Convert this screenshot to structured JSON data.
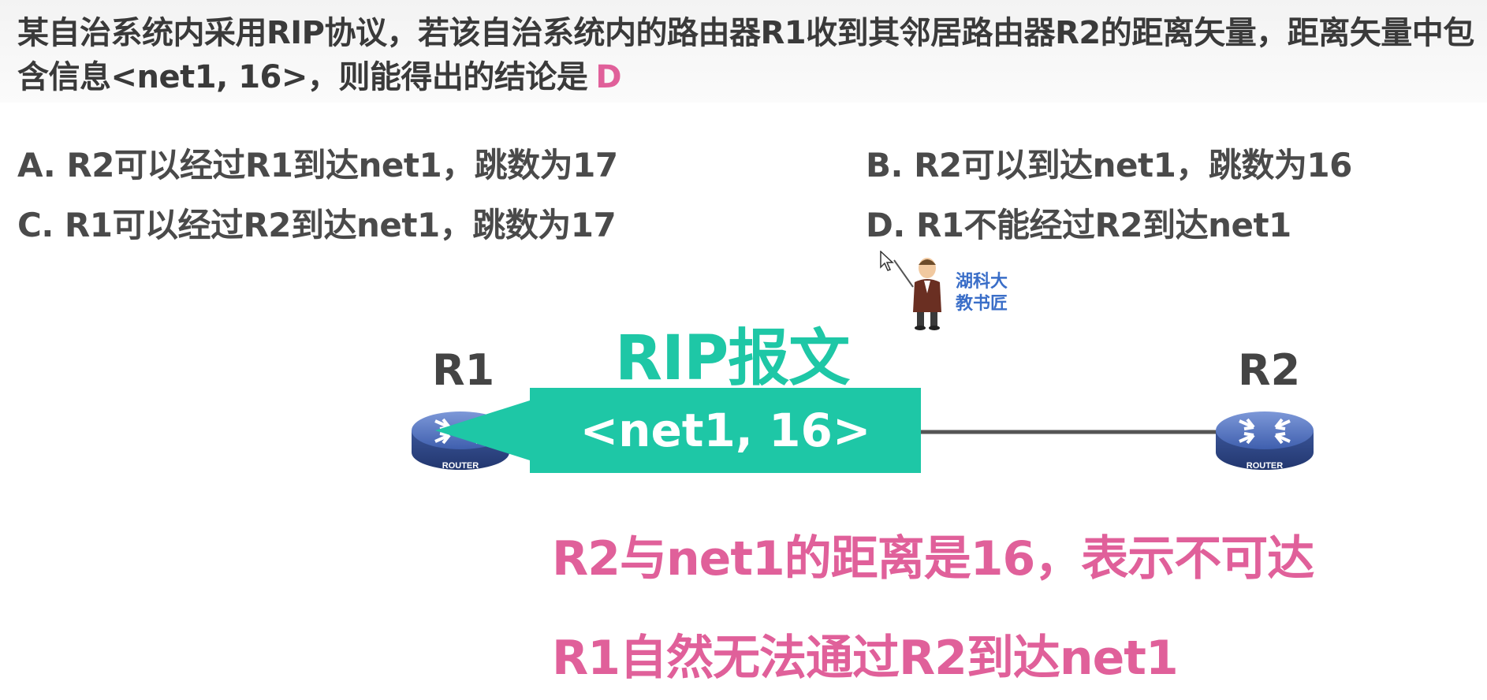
{
  "question": {
    "text": "某自治系统内采用RIP协议，若该自治系统内的路由器R1收到其邻居路由器R2的距离矢量，距离矢量中包含信息<net1, 16>，则能得出的结论是",
    "answer": "D"
  },
  "options": [
    {
      "text": "A. R2可以经过R1到达net1，跳数为17"
    },
    {
      "text": "B. R2可以到达net1，跳数为16"
    },
    {
      "text": "C. R1可以经过R2到达net1，跳数为17"
    },
    {
      "text": "D. R1不能经过R2到达net1"
    }
  ],
  "diagram": {
    "r1_label": "R1",
    "r2_label": "R2",
    "router_caption": "ROUTER",
    "rip_title": "RIP报文",
    "packet_text": "<net1, 16>",
    "colors": {
      "teal": "#1ec7a6",
      "pink": "#e0609a",
      "router_blue": "#3f5fae"
    }
  },
  "explanation": [
    "R2与net1的距离是16，表示不可达",
    "R1自然无法通过R2到达net1"
  ],
  "mascot": {
    "line1": "湖科大",
    "line2": "教书匠"
  }
}
